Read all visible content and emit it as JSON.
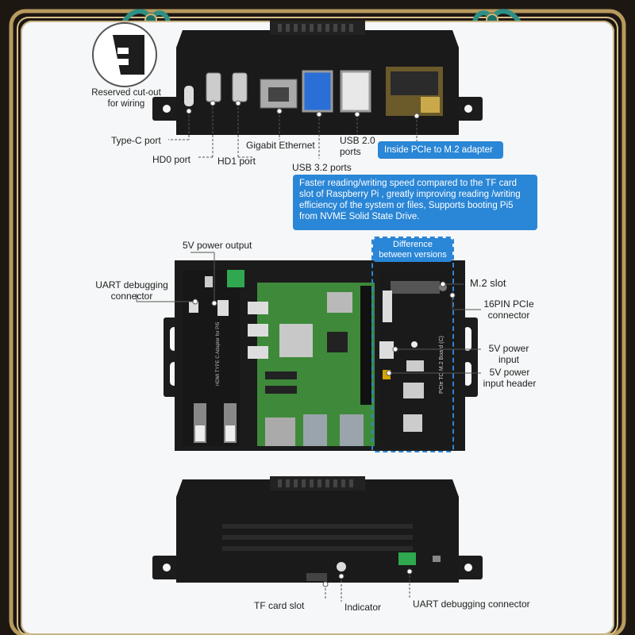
{
  "top_case": {
    "reserved_cutout": "Reserved cut-out\nfor wiring",
    "type_c_port": "Type-C port",
    "hd0_port": "HD0 port",
    "hd1_port": "HD1 port",
    "gigabit_ethernet": "Gigabit Ethernet",
    "usb32_ports": "USB 3.2 ports",
    "usb20_ports": "USB 2.0\nports",
    "pcie_adapter_title": "Inside PCIe to M.2 adapter",
    "pcie_adapter_desc": "Faster reading/writing speed compared to the TF card slot of Raspberry Pi , greatly improving reading /writing efficiency of the system or files, Supports booting Pi5 from NVME Solid State Drive."
  },
  "board": {
    "power_output_5v": "5V power output",
    "uart_connector": "UART debugging\nconnector",
    "difference_versions": "Difference\nbetween versions",
    "m2_slot": "M.2 slot",
    "pcie_16pin": "16PIN PCIe\nconnector",
    "power_input_5v": "5V power\ninput",
    "power_input_header_5v": "5V power\ninput header",
    "hdmi_adapter_silk": "HDMI TYPE C Adapter for PI5",
    "m2_board_silk": "PCIe TO M.2 Board (C)"
  },
  "bottom_case": {
    "tf_card_slot": "TF card slot",
    "indicator": "Indicator",
    "uart_connector": "UART debugging connector"
  }
}
